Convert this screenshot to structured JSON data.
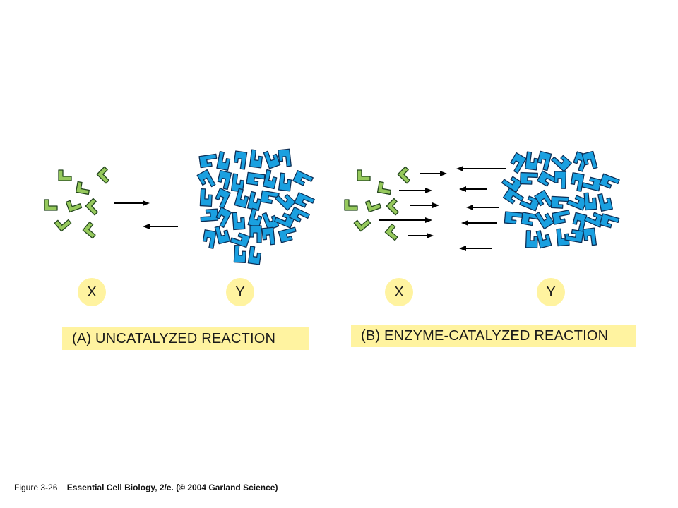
{
  "colors": {
    "reactant_fill": "#96c95c",
    "reactant_stroke": "#24471e",
    "product_fill": "#1aa0e0",
    "product_stroke": "#0c2f57",
    "label_bg": "#fff3a0",
    "arrow": "#000000"
  },
  "panels": [
    {
      "caption": "(A)  UNCATALYZED REACTION",
      "reactant_label": "X",
      "product_label": "Y"
    },
    {
      "caption": "(B)  ENZYME-CATALYZED REACTION",
      "reactant_label": "X",
      "product_label": "Y"
    }
  ],
  "footer": {
    "figure_number": "Figure 3-26",
    "reference": "Essential Cell Biology, 2/e. (© 2004 Garland Science)"
  }
}
